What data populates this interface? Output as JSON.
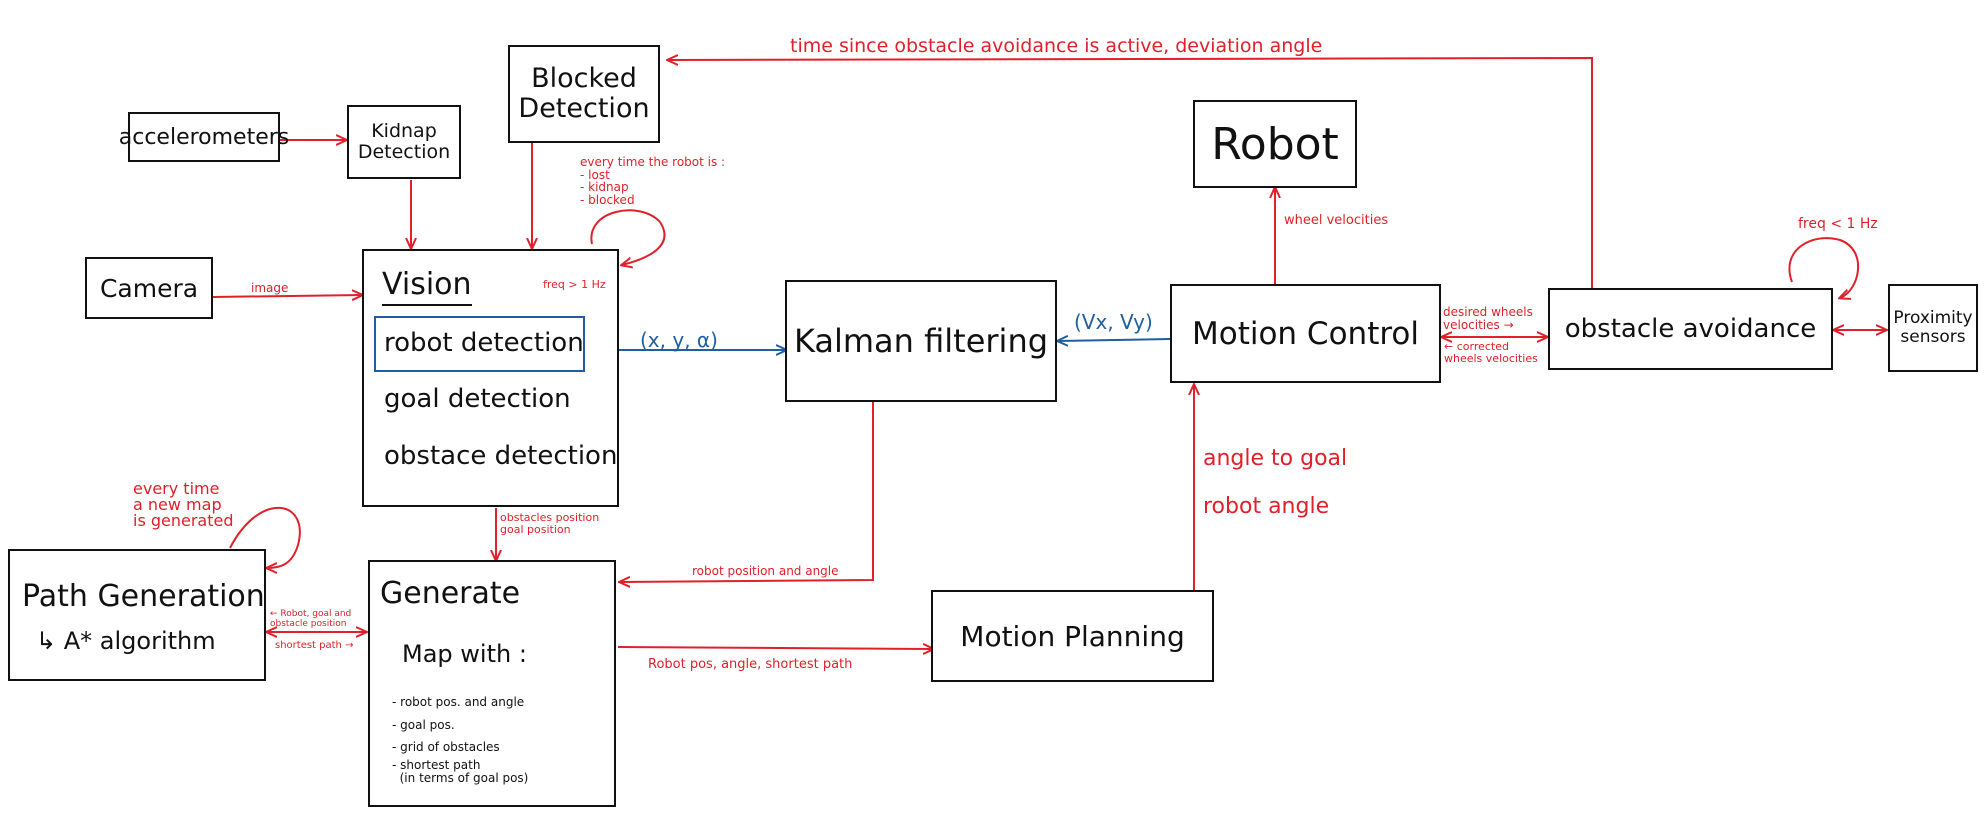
{
  "colors": {
    "ink": "#111111",
    "annotation": "#e0202a",
    "vision_signal": "#1f5f9f"
  },
  "nodes": {
    "accelerometers": "accelerometers",
    "kidnap": "Kidnap\nDetection",
    "blocked": "Blocked\nDetection",
    "camera": "Camera",
    "robot": "Robot",
    "vision": {
      "title": "Vision",
      "robot_detection": "robot detection",
      "goal_detection": "goal detection",
      "obstacle_detection": "obstace detection"
    },
    "kalman": "Kalman filtering",
    "motion_control": "Motion Control",
    "obstacle_avoidance": "obstacle avoidance",
    "proximity": "Proximity\nsensors",
    "path_generation": {
      "line1": "Path Generation",
      "line2": "↳ A* algorithm"
    },
    "generate": {
      "title": "Generate",
      "map_with": "Map with :",
      "items": [
        "- robot pos. and angle",
        "- goal pos.",
        "- grid of obstacles",
        "- shortest path\n  (in terms of goal pos)"
      ]
    },
    "motion_planning": "Motion Planning"
  },
  "labels": {
    "top_feedback": "time since obstacle avoidance is active, deviation angle",
    "image": "image",
    "every_time_robot": "every time the robot is :\n- lost\n- kidnap\n- blocked",
    "freq_vision": "freq > 1 Hz",
    "xy_alpha": "(x, y, α)",
    "vx_vy": "(Vx, Vy)",
    "wheel_velocities": "wheel velocities",
    "freq_obstacle": "freq < 1 Hz",
    "desired_wheels": "desired wheels\nvelocities →",
    "corrected_wheels": "← corrected\nwheels velocities",
    "obstacles_goal_position": "obstacles position\ngoal position",
    "robot_position_angle": "robot position and angle",
    "every_time_map": "every time\na new map\nis generated",
    "robot_goal_obstacle": "← Robot, goal and\nobstacle position",
    "shortest_path": "shortest path →",
    "angle_to_goal": "angle to goal",
    "robot_angle": "robot angle",
    "robot_pos_shortest_path": "Robot pos, angle, shortest path"
  }
}
